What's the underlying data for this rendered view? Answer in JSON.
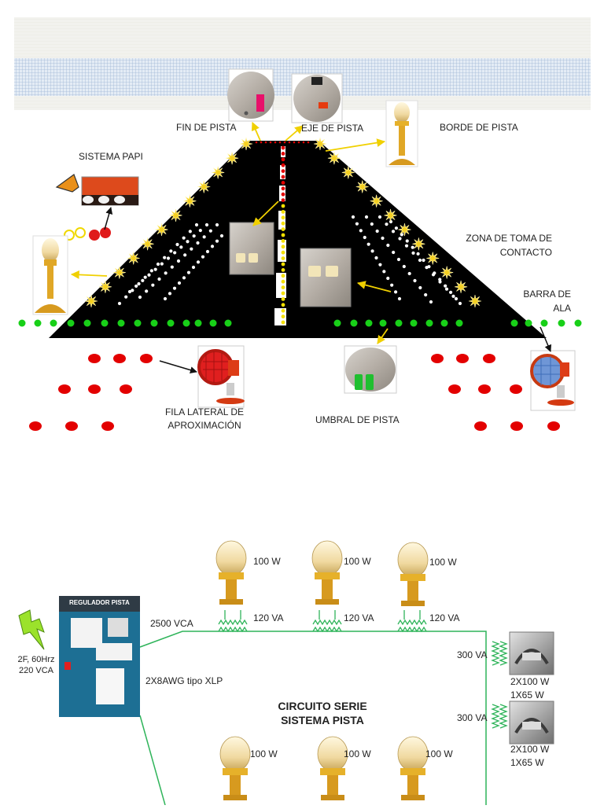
{
  "runway_labels": {
    "fin": "FIN DE PISTA",
    "eje": "EJE DE PISTA",
    "borde": "BORDE DE PISTA",
    "papi": "SISTEMA PAPI",
    "zona_1": "ZONA DE TOMA DE",
    "zona_2": "CONTACTO",
    "barra_1": "BARRA DE",
    "barra_2": "ALA",
    "fila_1": "FILA LATERAL DE",
    "fila_2": "APROXIMACIÓN",
    "umbral": "UMBRAL DE PISTA"
  },
  "circuit": {
    "regulator_title": "REGULADOR PISTA",
    "supply_1": "2F, 60Hrz",
    "supply_2": "220 VCA",
    "output_voltage": "2500 VCA",
    "cable": "2X8AWG tipo XLP",
    "title_1": "CIRCUITO SERIE",
    "title_2": "SISTEMA PISTA",
    "lamp_power": "100 W",
    "transformer_rating": "120 VA",
    "big_transformer": "300 VA",
    "load_1": "2X100 W",
    "load_2": "1X65 W"
  },
  "colors": {
    "runway": "#000000",
    "centerline_red": "#e30000",
    "centerline_yellow": "#f5e100",
    "edge_light": "#f5d020",
    "touchdown": "#ffffff",
    "threshold_green": "#18d018",
    "approach_red": "#e30000",
    "circuit_line": "#2fb45a",
    "lightning": "#9be22b",
    "regulator": "#1d6f94"
  }
}
